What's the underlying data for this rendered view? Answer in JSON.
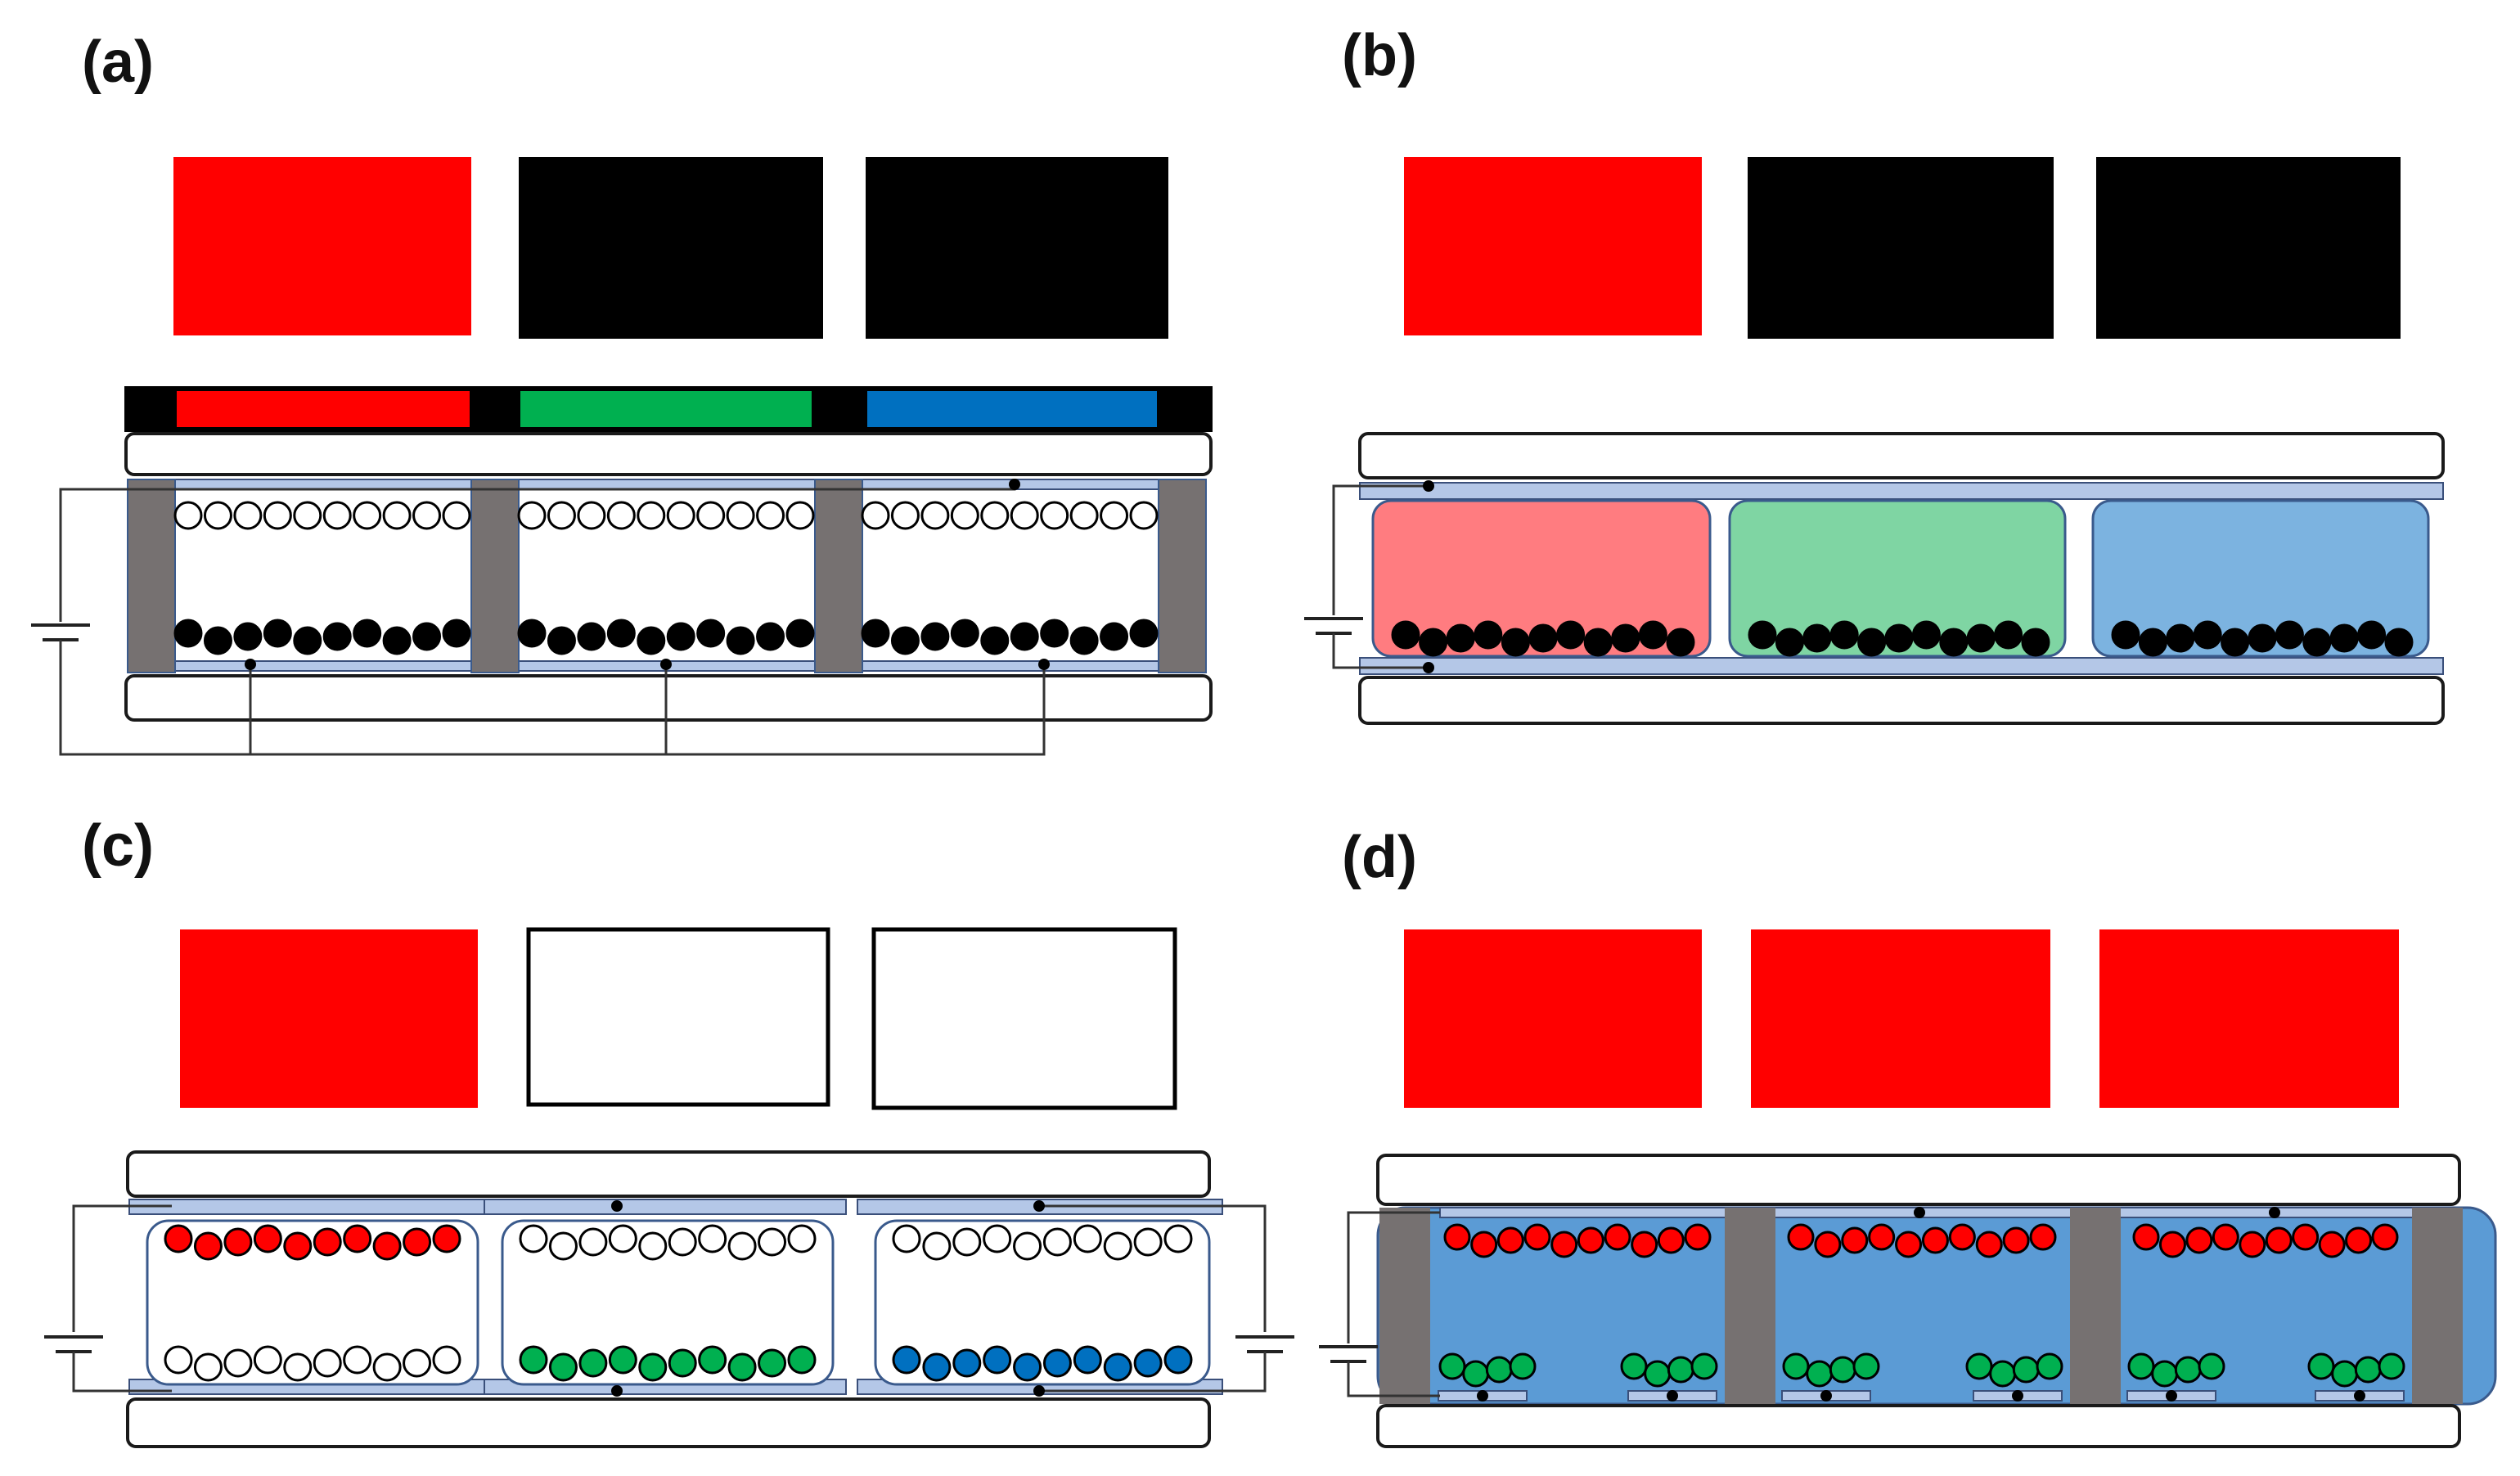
{
  "labels": {
    "a": "(a)",
    "b": "(b)",
    "c": "(c)",
    "d": "(d)"
  },
  "colors": {
    "red": "#ff0000",
    "black": "#000000",
    "green": "#00b050",
    "blue": "#0070c0",
    "substrate_fill": "#ffffff",
    "substrate_stroke": "#1a1a1a",
    "electrode": "#b4c7e7",
    "electrode_stroke": "#3a4f7a",
    "spacer": "#767171",
    "cell_stroke": "#3a5a8c",
    "light_red_cell": "#ff7c80",
    "light_green_cell": "#7fd5a3",
    "light_blue_cell": "#7cb3e0",
    "fluid_blue": "#5b9bd5",
    "particle_black": "#000000",
    "particle_white": "#ffffff",
    "particle_red": "#ff0000",
    "particle_green": "#00b050",
    "particle_blue": "#0070c0"
  },
  "panels": [
    {
      "id": "a",
      "display_swatches": [
        "red",
        "black",
        "black"
      ],
      "filter_colors": [
        "red",
        "green",
        "blue"
      ],
      "particles_top": [
        "white",
        "white",
        "white"
      ],
      "particles_bottom": [
        "black",
        "black",
        "black"
      ]
    },
    {
      "id": "b",
      "display_swatches": [
        "red",
        "black",
        "black"
      ],
      "cell_colors": [
        "light_red_cell",
        "light_green_cell",
        "light_blue_cell"
      ],
      "particles_bottom": [
        "black",
        "black",
        "black"
      ]
    },
    {
      "id": "c",
      "display_swatches": [
        "red",
        "white",
        "white"
      ],
      "particles_top": [
        "red",
        "white",
        "white"
      ],
      "particles_bottom": [
        "white",
        "green",
        "blue"
      ]
    },
    {
      "id": "d",
      "display_swatches": [
        "red",
        "red",
        "red"
      ],
      "particles_top": [
        "red",
        "red",
        "red"
      ],
      "particles_bottom": [
        "green",
        "green",
        "green"
      ]
    }
  ]
}
